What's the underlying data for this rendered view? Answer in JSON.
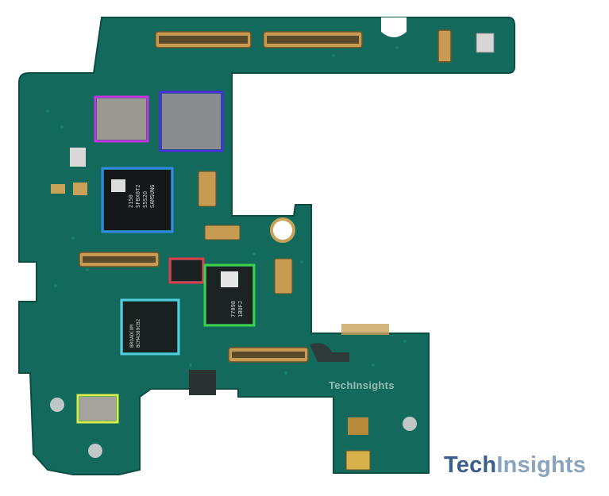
{
  "image": {
    "subject": "Smartphone logic board",
    "background": "#ffffff",
    "board_color": "#136a5c"
  },
  "highlights": [
    {
      "name": "magenta",
      "color": "#c534e0"
    },
    {
      "name": "indigo",
      "color": "#4a2fd9"
    },
    {
      "name": "blue",
      "color": "#2e8ae6"
    },
    {
      "name": "red",
      "color": "#e03a4a"
    },
    {
      "name": "green",
      "color": "#3bd14a"
    },
    {
      "name": "cyan",
      "color": "#4fd0e0"
    },
    {
      "name": "yellow",
      "color": "#d9f04a"
    }
  ],
  "chips": {
    "blue_chip": [
      "SAMSUNG",
      "S5S2O",
      "SFBX0T2",
      "2150"
    ],
    "green_chip": [
      "77098",
      "1BUFJ"
    ],
    "cyan_chip": [
      "BROADCOM",
      "BCM4389CB2"
    ]
  },
  "watermark": "TechInsights",
  "logo": {
    "part1": "Tech",
    "part2": "Insights"
  }
}
